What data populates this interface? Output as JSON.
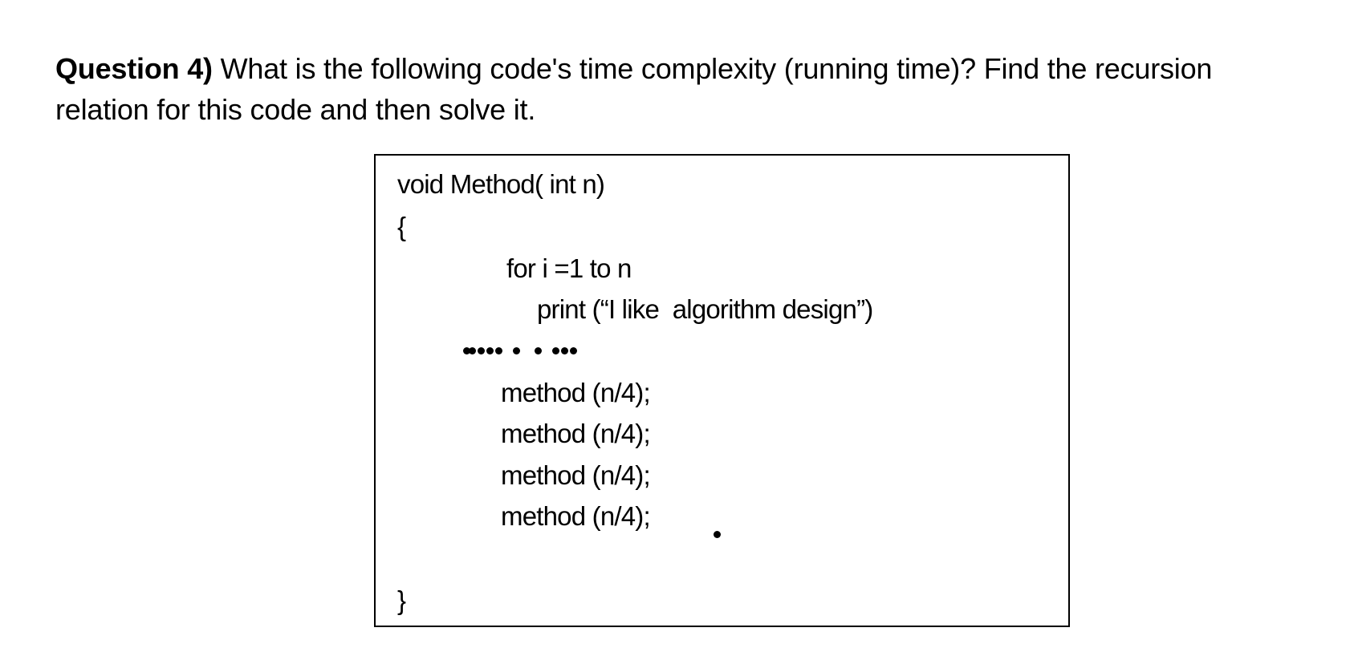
{
  "question": {
    "label": "Question 4)",
    "text_line1": " What is the following code's time complexity (running time)? Find the recursion",
    "text_line2": "relation for this code and then solve it."
  },
  "code": {
    "lines": [
      "void Method( int n)",
      "{",
      "for i =1 to n",
      "print (“I like  algorithm design”)",
      "method (n/4);",
      "method (n/4);",
      "method (n/4);",
      "method (n/4);",
      "}"
    ],
    "ellipsis_marker": "••••• • • •••"
  }
}
